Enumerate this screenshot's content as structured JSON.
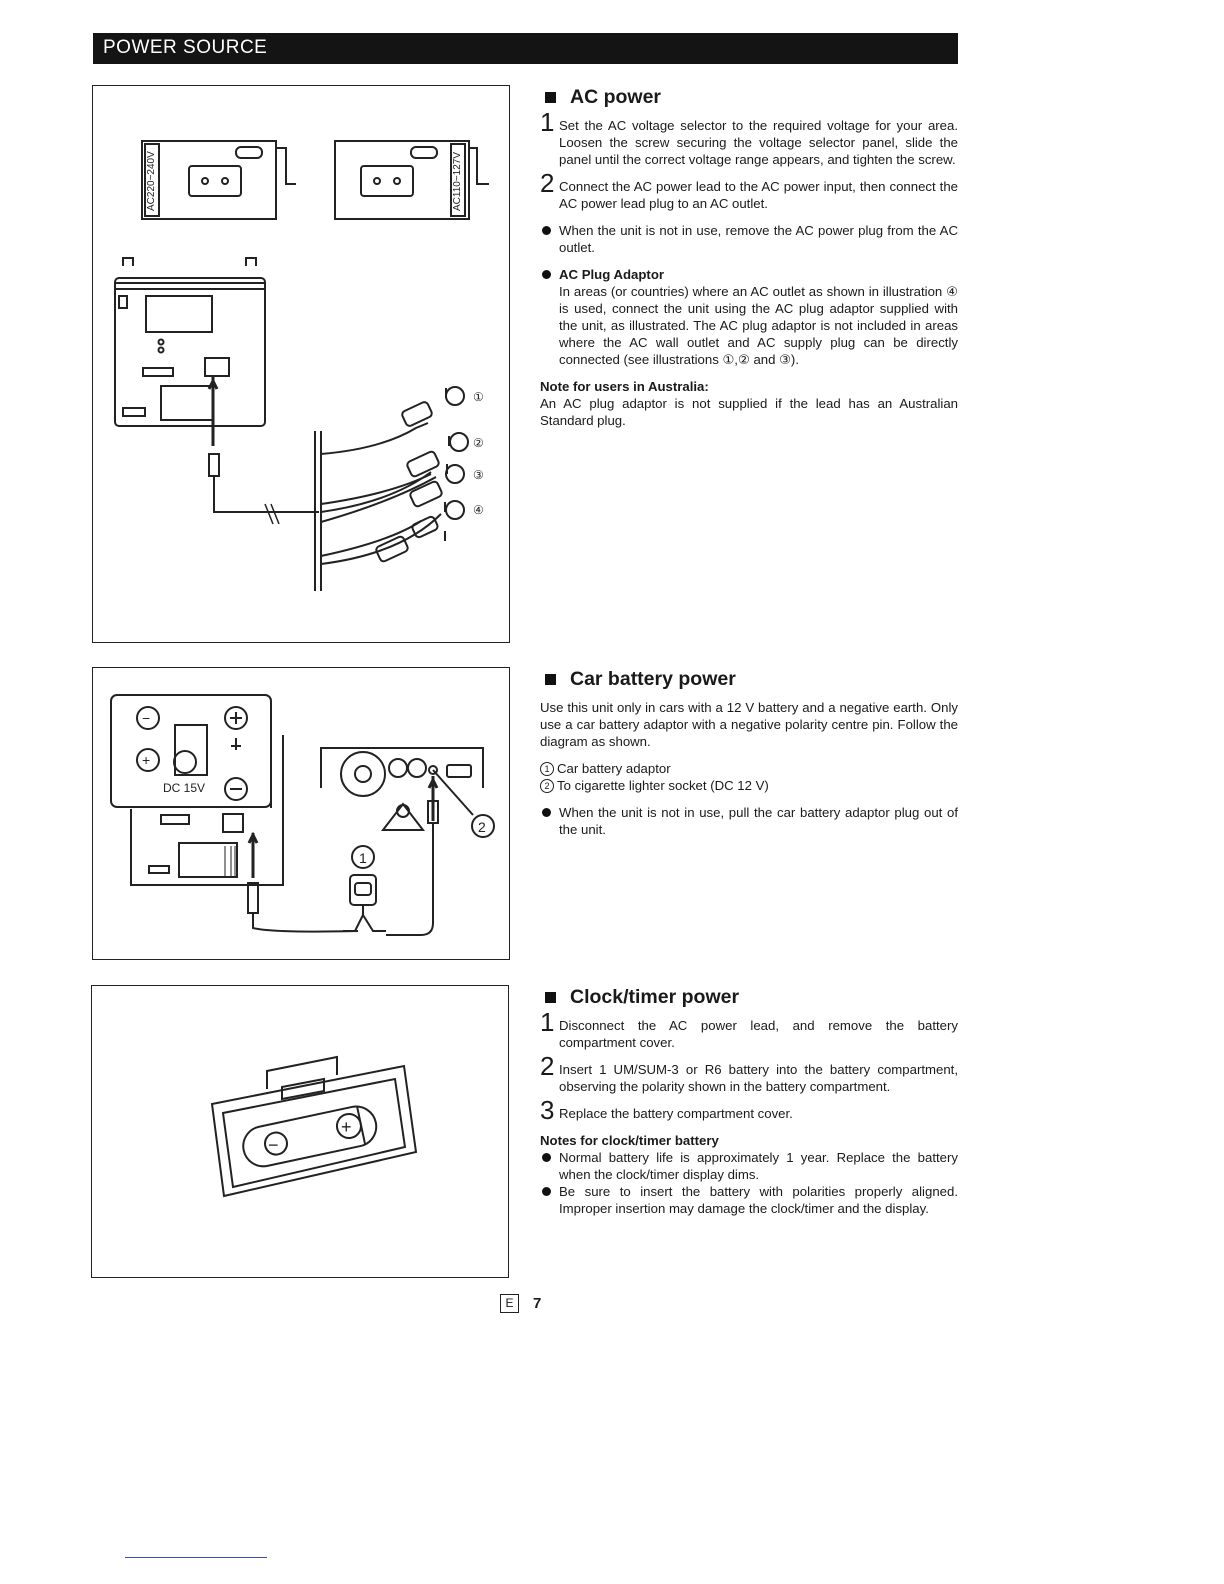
{
  "header": {
    "title": "POWER SOURCE"
  },
  "figures": {
    "ac": {
      "label_left": "AC220~240V",
      "label_right": "AC110~127V",
      "plugs": [
        "①",
        "②",
        "③",
        "④"
      ]
    },
    "car": {
      "dc_label": "DC 15V",
      "minus": "−",
      "plus": "+",
      "callout_1": "1",
      "callout_2": "2"
    },
    "clock": {
      "minus": "−",
      "plus": "+"
    }
  },
  "ac_power": {
    "title": "AC power",
    "step1_num": "1",
    "step1": "Set the AC voltage selector to the required voltage for your area. Loosen the screw securing the voltage selector panel, slide the panel until the correct voltage range appears, and tighten the screw.",
    "step2_num": "2",
    "step2": "Connect the AC power lead to the AC power input, then connect the AC power lead plug to an AC outlet.",
    "bullet1": "When the unit is not in use, remove the AC power plug from the AC outlet.",
    "adaptor_title": "AC Plug Adaptor",
    "adaptor_text": "In areas (or countries) where an AC outlet as shown in illustration ④ is used, connect the unit using the AC plug adaptor supplied with the unit, as illustrated. The AC plug adaptor is not included in areas where the AC wall outlet and AC supply plug can be directly connected (see illustrations ①,② and ③).",
    "note_title": "Note for users in Australia:",
    "note_text": "An AC plug adaptor is not supplied if the lead has an Australian Standard plug."
  },
  "car_power": {
    "title": "Car battery power",
    "intro": "Use this unit only in cars with a 12 V battery and a negative earth. Only use a car battery adaptor with a negative polarity centre pin. Follow the diagram as shown.",
    "item1_num": "1",
    "item1": "Car battery adaptor",
    "item2_num": "2",
    "item2": "To cigarette lighter socket (DC 12 V)",
    "bullet1": "When the unit is not in use, pull the car battery adaptor plug out of the unit."
  },
  "clock_power": {
    "title": "Clock/timer power",
    "step1_num": "1",
    "step1": "Disconnect the AC power lead, and remove the battery compartment cover.",
    "step2_num": "2",
    "step2": "Insert 1 UM/SUM-3 or R6 battery into the battery compartment, observing the polarity shown in the battery compartment.",
    "step3_num": "3",
    "step3": "Replace the battery compartment cover.",
    "notes_title": "Notes for clock/timer battery",
    "note1": "Normal battery life is approximately 1 year. Replace the battery when the clock/timer display dims.",
    "note2": "Be sure to insert the battery with polarities properly aligned. Improper insertion may damage the clock/timer and the display."
  },
  "footer": {
    "lang": "E",
    "page": "7"
  }
}
